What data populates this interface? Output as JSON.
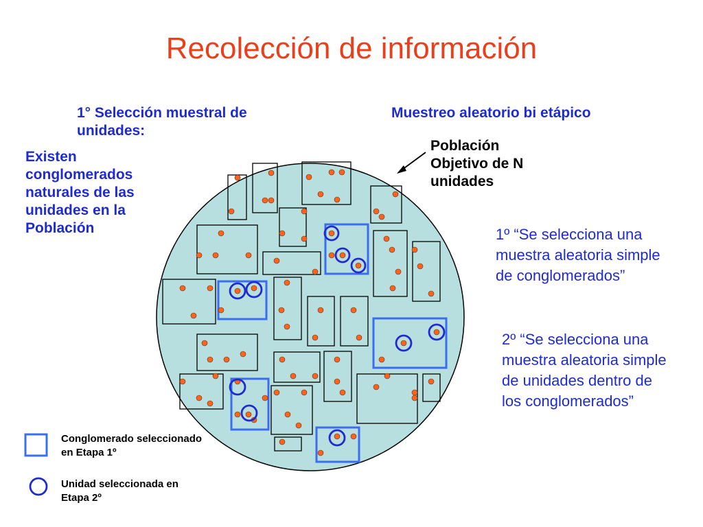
{
  "title": "Recolección de información",
  "heading_left": "1°   Selección muestral de unidades:",
  "existen_text": "Existen conglomerados naturales de las unidades en la Población",
  "heading_right": "Muestreo aleatorio bi etápico",
  "population_label": "Población Objetivo de N unidades",
  "step1": "1º “Se selecciona una muestra aleatoria simple de conglomerados”",
  "step2": "2º “Se selecciona una muestra aleatoria simple de unidades dentro de los conglomerados”",
  "legend": {
    "square_label": "Conglomerado seleccionado en Etapa 1º",
    "circle_label": "Unidad seleccionada en Etapa 2º"
  },
  "colors": {
    "title": "#e8401c",
    "text_blue": "#1f2bcf",
    "population_fill": "#b8dfe0",
    "selected_blue": "#3a6df0",
    "unit_dot": "#f26522"
  }
}
